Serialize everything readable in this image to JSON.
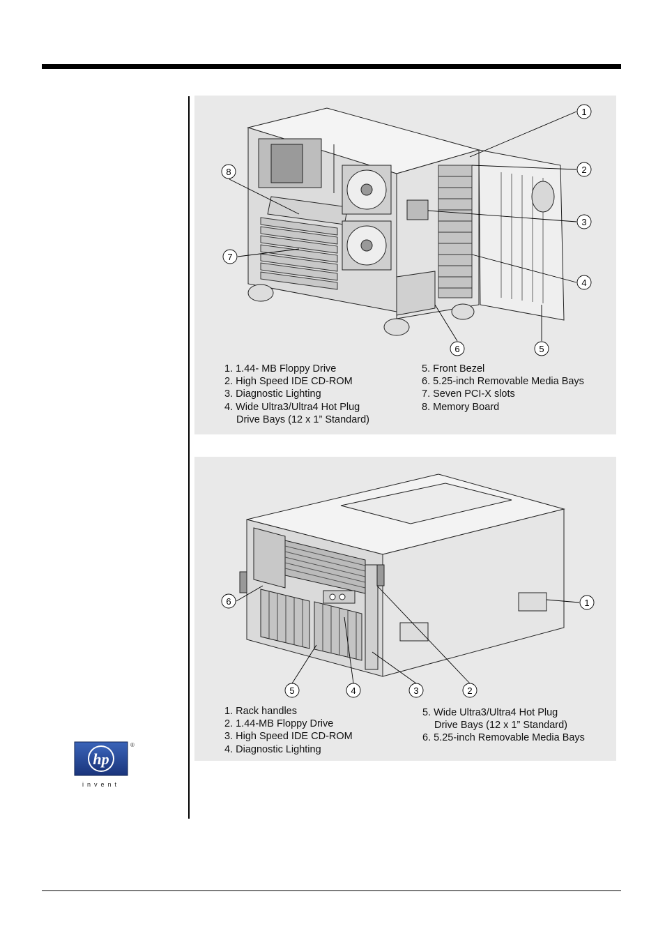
{
  "figure1": {
    "callouts": [
      "1",
      "2",
      "3",
      "4",
      "5",
      "6",
      "7",
      "8"
    ],
    "legend_left": [
      "1. 1.44- MB Floppy Drive",
      "2. High Speed IDE CD-ROM",
      "3. Diagnostic Lighting",
      "4. Wide Ultra3/Ultra4 Hot Plug",
      "Drive Bays (12 x 1” Standard)"
    ],
    "legend_right": [
      "5. Front Bezel",
      "6. 5.25-inch Removable Media Bays",
      "7. Seven PCI-X slots",
      "8. Memory Board"
    ]
  },
  "figure2": {
    "callouts": [
      "1",
      "2",
      "3",
      "4",
      "5",
      "6"
    ],
    "legend_left": [
      "1. Rack handles",
      "2. 1.44-MB Floppy Drive",
      "3. High Speed IDE CD-ROM",
      "4. Diagnostic Lighting"
    ],
    "legend_right": [
      "5. Wide Ultra3/Ultra4 Hot Plug",
      "Drive Bays (12 x 1” Standard)",
      "6. 5.25-inch Removable Media Bays"
    ]
  },
  "logo": {
    "mark": "hp",
    "registered": "®",
    "tagline": "invent"
  },
  "colors": {
    "panel": "#e9e9e9",
    "logo_blue": "#1e3f8f"
  }
}
